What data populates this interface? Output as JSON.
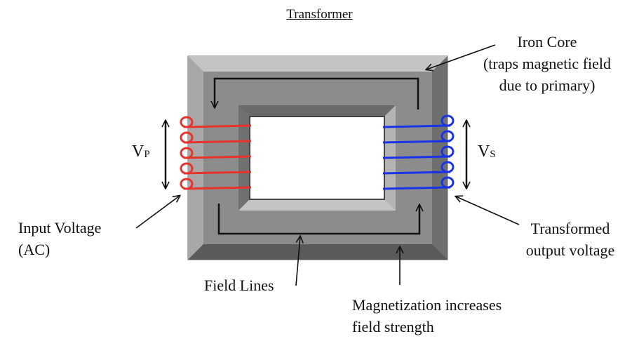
{
  "title": "Transformer",
  "iron_core": {
    "line1": "Iron Core",
    "line2": "(traps magnetic field",
    "line3": "due to primary)"
  },
  "primary_voltage": {
    "symbol": "V",
    "subscript": "P"
  },
  "secondary_voltage": {
    "symbol": "V",
    "subscript": "S"
  },
  "input_voltage": {
    "line1": "Input Voltage",
    "line2": "(AC)"
  },
  "transformed_output": {
    "line1": "Transformed",
    "line2": "output voltage"
  },
  "field_lines": "Field Lines",
  "magnetization": {
    "line1": "Magnetization increases",
    "line2": "field strength"
  },
  "colors": {
    "primary_coil": "#e8332a",
    "secondary_coil": "#1a33e6",
    "core_face": "#8c8c8c",
    "core_bevel_light": "#c4c4c4",
    "core_bevel_dark": "#5e5e5e"
  }
}
